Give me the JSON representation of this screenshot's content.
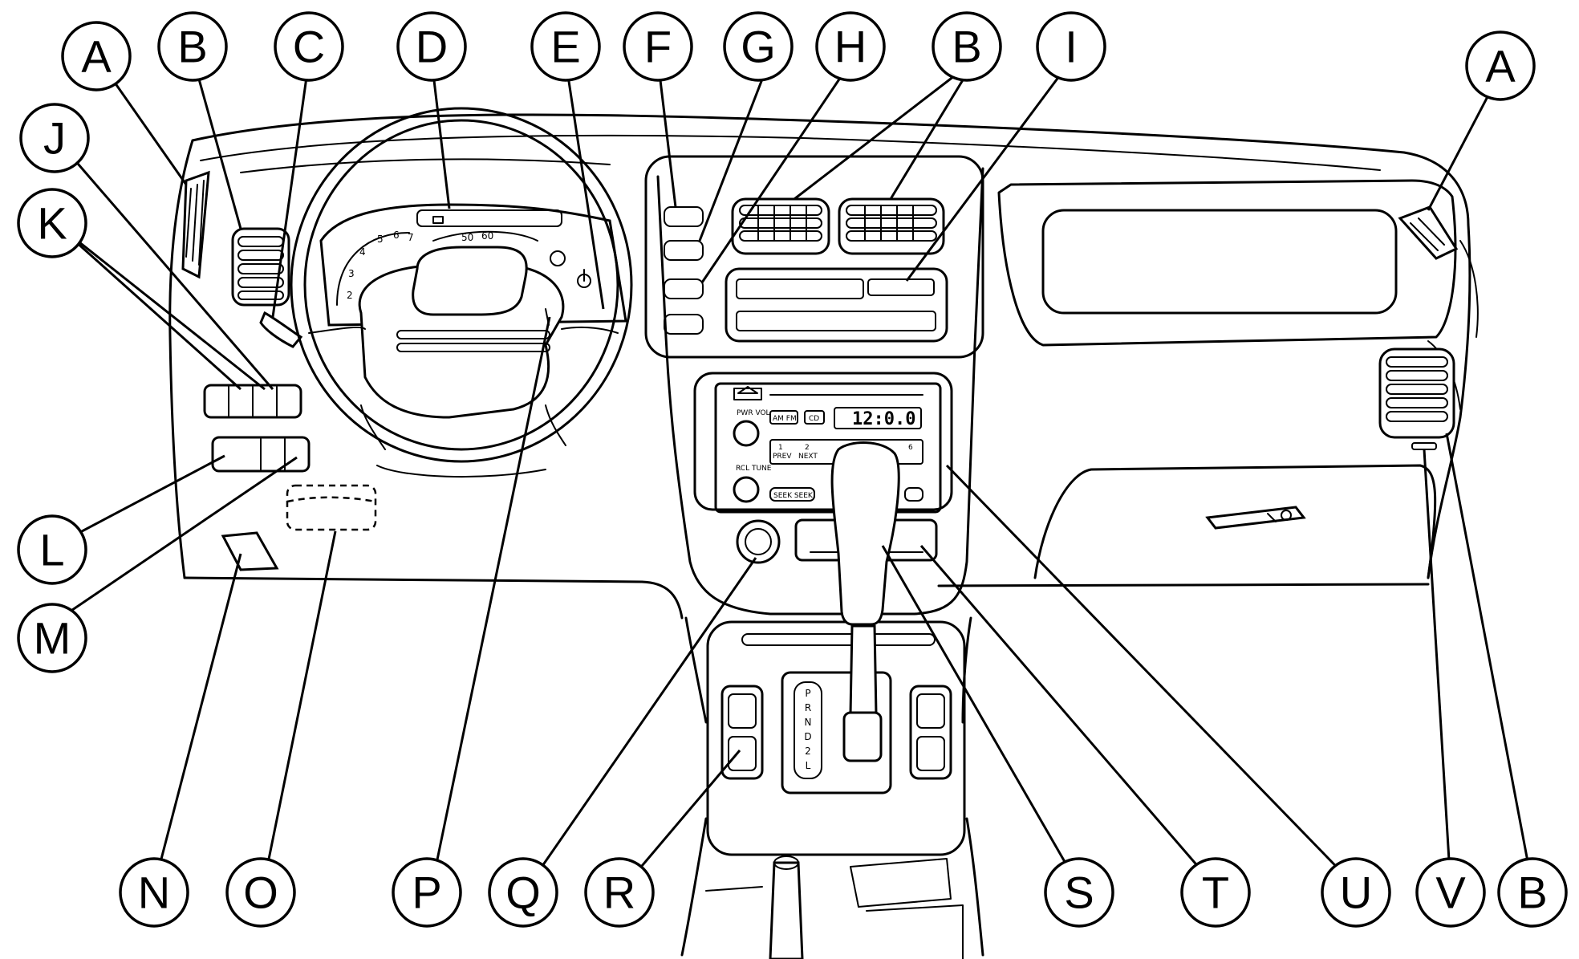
{
  "callouts": [
    {
      "id": "A1",
      "letter": "A"
    },
    {
      "id": "B1",
      "letter": "B"
    },
    {
      "id": "C",
      "letter": "C"
    },
    {
      "id": "D",
      "letter": "D"
    },
    {
      "id": "E",
      "letter": "E"
    },
    {
      "id": "F",
      "letter": "F"
    },
    {
      "id": "G",
      "letter": "G"
    },
    {
      "id": "H",
      "letter": "H"
    },
    {
      "id": "B2",
      "letter": "B"
    },
    {
      "id": "I",
      "letter": "I"
    },
    {
      "id": "A2",
      "letter": "A"
    },
    {
      "id": "J",
      "letter": "J"
    },
    {
      "id": "K",
      "letter": "K"
    },
    {
      "id": "L",
      "letter": "L"
    },
    {
      "id": "M",
      "letter": "M"
    },
    {
      "id": "N",
      "letter": "N"
    },
    {
      "id": "O",
      "letter": "O"
    },
    {
      "id": "P",
      "letter": "P"
    },
    {
      "id": "Q",
      "letter": "Q"
    },
    {
      "id": "R",
      "letter": "R"
    },
    {
      "id": "S",
      "letter": "S"
    },
    {
      "id": "T",
      "letter": "T"
    },
    {
      "id": "U",
      "letter": "U"
    },
    {
      "id": "V",
      "letter": "V"
    },
    {
      "id": "B3",
      "letter": "B"
    }
  ],
  "radio": {
    "clock": "12:0.0",
    "am_fm": "AM FM",
    "cd": "CD",
    "pwr_vol": "PWR VOL",
    "rcl_tune": "RCL TUNE",
    "preset_1": "1",
    "preset_1_sub": "PREV",
    "preset_2": "2",
    "preset_2_sub": "NEXT",
    "preset_6": "6",
    "seek": "SEEK SEEK"
  },
  "shifter": {
    "gates": [
      "P",
      "R",
      "N",
      "D",
      "2",
      "L"
    ]
  },
  "cluster": {
    "tach_numbers": [
      "2",
      "3",
      "4",
      "5",
      "6",
      "7"
    ],
    "speedo_numbers": [
      "50",
      "60"
    ]
  }
}
